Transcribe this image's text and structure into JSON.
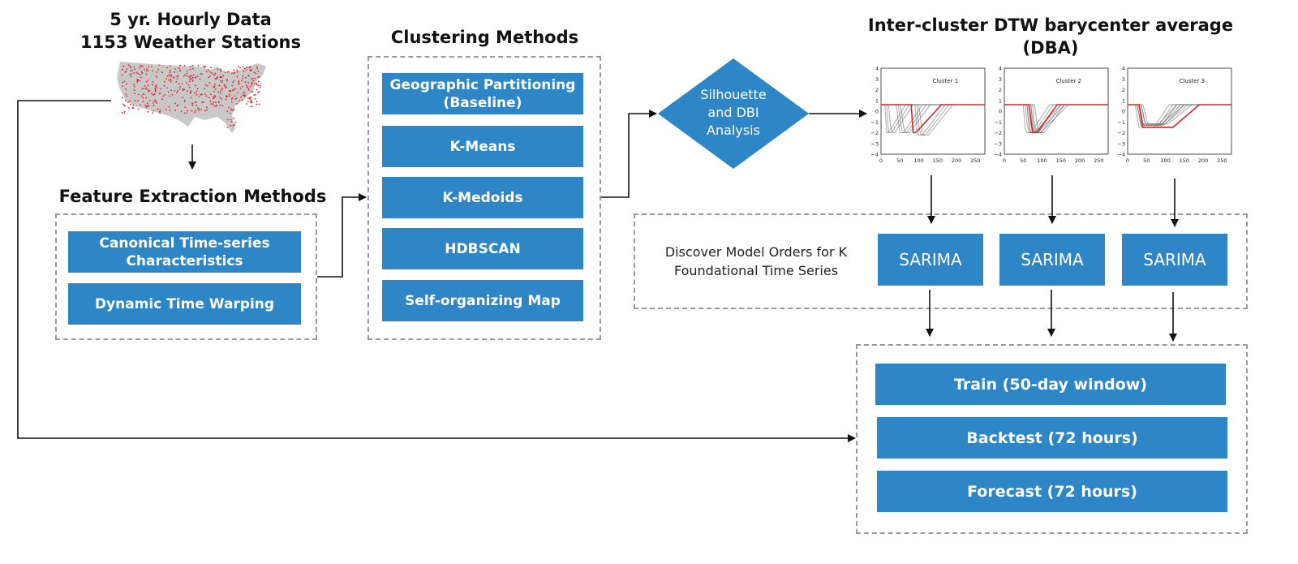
{
  "data_header": {
    "line1": "5 yr. Hourly Data",
    "line2": "1153 Weather Stations"
  },
  "feature_extraction": {
    "title": "Feature Extraction Methods",
    "items": [
      "Canonical Time-series",
      "Characteristics",
      "Dynamic Time Warping"
    ]
  },
  "clustering": {
    "title": "Clustering Methods",
    "items": [
      "Geographic Partitioning",
      "(Baseline)",
      "K-Means",
      "K-Medoids",
      "HDBSCAN",
      "Self-organizing Map"
    ]
  },
  "analysis": {
    "line1": "Silhouette",
    "line2": "and DBI",
    "line3": "Analysis"
  },
  "dba": {
    "title_line1": "Inter-cluster DTW barycenter average",
    "title_line2": "(DBA)",
    "plots": [
      {
        "title": "Cluster 1"
      },
      {
        "title": "Cluster 2"
      },
      {
        "title": "Cluster 3"
      }
    ],
    "y_ticks": [
      "4",
      "3",
      "2",
      "1",
      "0",
      "−1",
      "−2",
      "−3",
      "−4"
    ],
    "x_ticks": [
      "0",
      "50",
      "100",
      "150",
      "200",
      "250"
    ]
  },
  "sarima": {
    "label_line1": "Discover Model Orders for K",
    "label_line2": "Foundational Time Series",
    "boxes": [
      "SARIMA",
      "SARIMA",
      "SARIMA"
    ]
  },
  "forecast": {
    "items": [
      "Train (50-day window)",
      "Backtest (72 hours)",
      "Forecast (72 hours)"
    ]
  },
  "colors": {
    "box": "#2e86c6",
    "dash": "#9a9a9a",
    "dot": "#e0262a",
    "map": "#c8c8c8",
    "trace": "#555555",
    "centroid": "#d62728"
  }
}
